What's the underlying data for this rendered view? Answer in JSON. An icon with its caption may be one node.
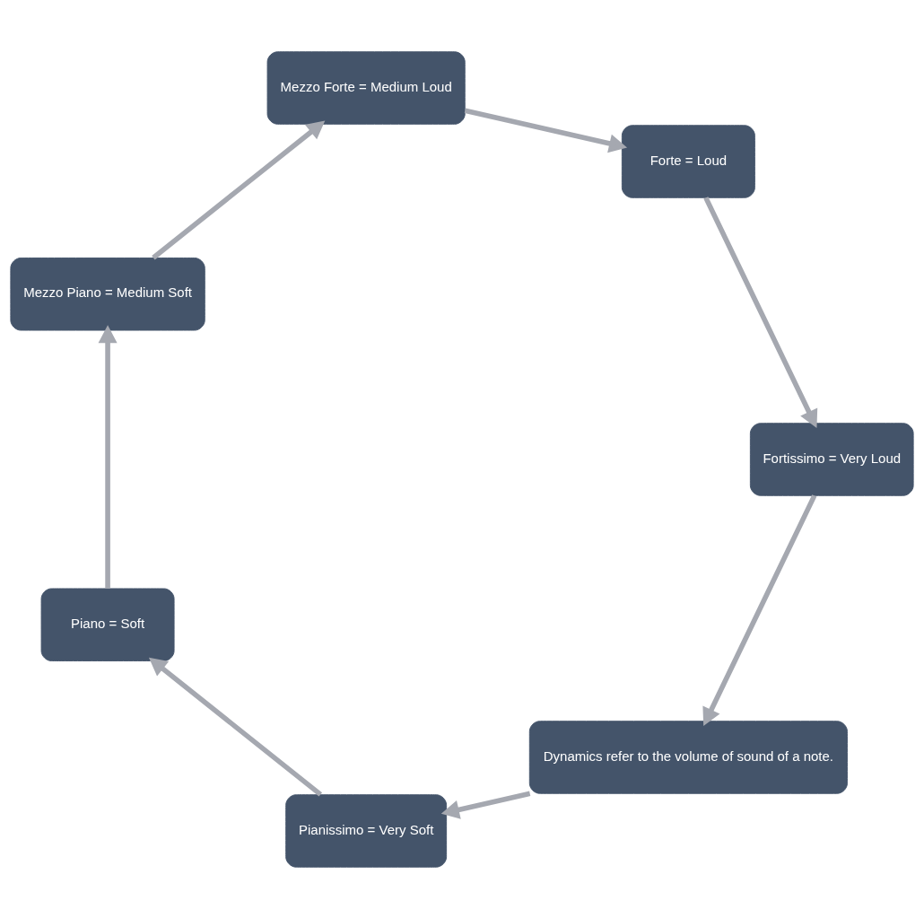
{
  "diagram": {
    "nodes": [
      {
        "text": [
          "Dynamics refer to the volume of sound of a note."
        ]
      },
      {
        "text": [
          "Pianissimo = Very Soft"
        ]
      },
      {
        "text": [
          "Piano = Soft"
        ]
      },
      {
        "text": [
          "Mezzo Piano = Medium Soft"
        ]
      },
      {
        "text": [
          "Mezzo Forte = Medium Loud"
        ]
      },
      {
        "text": [
          "Forte = Loud"
        ]
      },
      {
        "text": [
          "Fortissimo = Very Loud"
        ]
      }
    ],
    "edges": [
      {
        "from": 0,
        "to": 1,
        "arrow": "to"
      },
      {
        "from": 1,
        "to": 2,
        "arrow": "to"
      },
      {
        "from": 2,
        "to": 3,
        "arrow": "to"
      },
      {
        "from": 3,
        "to": 4,
        "arrow": "to"
      },
      {
        "from": 4,
        "to": 5,
        "arrow": "to"
      },
      {
        "from": 5,
        "to": 6,
        "arrow": "to"
      },
      {
        "from": 6,
        "to": 0,
        "arrow": "to"
      }
    ]
  }
}
